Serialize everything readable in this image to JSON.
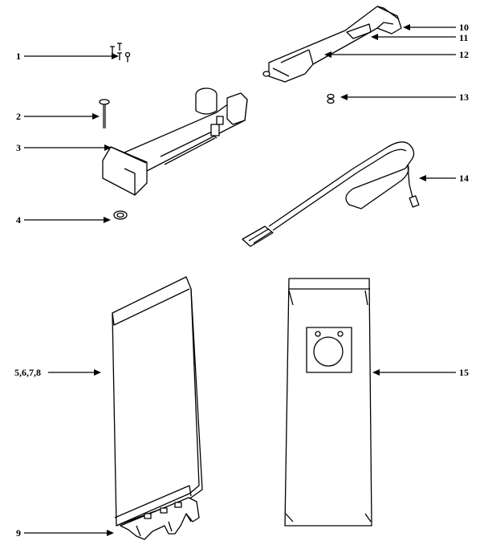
{
  "callouts": [
    {
      "id": "1",
      "label": "1"
    },
    {
      "id": "2",
      "label": "2"
    },
    {
      "id": "3",
      "label": "3"
    },
    {
      "id": "4",
      "label": "4"
    },
    {
      "id": "5-8",
      "label": "5,6,7,8"
    },
    {
      "id": "9",
      "label": "9"
    },
    {
      "id": "10",
      "label": "10"
    },
    {
      "id": "11",
      "label": "11"
    },
    {
      "id": "12",
      "label": "12"
    },
    {
      "id": "13",
      "label": "13"
    },
    {
      "id": "14",
      "label": "14"
    },
    {
      "id": "15",
      "label": "15"
    }
  ],
  "colors": {
    "ink": "#000000",
    "background": "#ffffff"
  }
}
